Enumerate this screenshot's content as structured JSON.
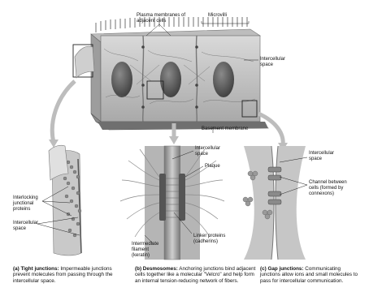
{
  "labels": {
    "plasma_membranes": "Plasma membranes of adjacent cells",
    "microvilli": "Microvilli",
    "intercellular_space_top": "Intercellular space",
    "basement_membrane": "Basement membrane",
    "interlocking_proteins": "Interlocking junctional proteins",
    "intercellular_space_a": "Intercellular space",
    "intercellular_space_b": "Intercellular space",
    "plaque": "Plaque",
    "linker_proteins": "Linker proteins (cadherins)",
    "intermediate_filament": "Intermediate filament (keratin)",
    "intercellular_space_c": "Intercellular space",
    "channel": "Channel between cells (formed by connexons)"
  },
  "captions": {
    "a_title": "(a) Tight junctions:",
    "a_text": "Impermeable junctions prevent molecules from passing through the intercellular space.",
    "b_title": "(b) Desmosomes:",
    "b_text": "Anchoring junctions bind adjacent cells together like a molecular \"Velcro\" and help form an internal tension-reducing network of fibers.",
    "c_title": "(c) Gap junctions:",
    "c_text": "Communicating junctions allow ions and small molecules to pass for intercellular communication."
  }
}
